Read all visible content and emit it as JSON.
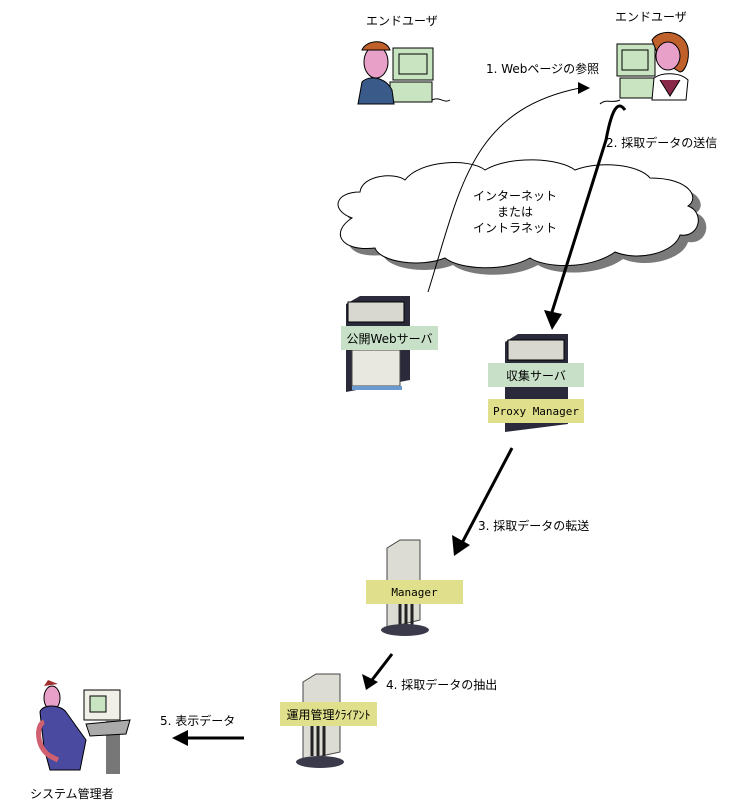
{
  "nodes": {
    "end_user_1": {
      "label": "エンドユーザ",
      "icon": "end-user-male-pc-icon"
    },
    "end_user_2": {
      "label": "エンドユーザ",
      "icon": "end-user-female-pc-icon"
    },
    "network": {
      "line1": "インターネット",
      "line2": "または",
      "line3": "イントラネット",
      "icon": "cloud-icon"
    },
    "public_web_server": {
      "label": "公開Webサーバ",
      "icon": "server-tower-icon"
    },
    "collection_server": {
      "label": "収集サーバ",
      "sublabel": "Proxy Manager",
      "icon": "server-tower-icon"
    },
    "manager": {
      "label": "Manager",
      "icon": "server-tower-icon"
    },
    "ops_client": {
      "label": "運用管理ｸﾗｲｱﾝﾄ",
      "icon": "server-tower-icon"
    },
    "sysadmin": {
      "label": "システム管理者",
      "icon": "admin-workstation-icon"
    }
  },
  "steps": [
    {
      "label": "1. Webページの参照"
    },
    {
      "label": "2. 採取データの送信"
    },
    {
      "label": "3. 採取データの転送"
    },
    {
      "label": "4. 採取データの抽出"
    },
    {
      "label": "5. 表示データ"
    }
  ],
  "colors": {
    "label_green": "#c8e0c8",
    "label_yellow": "#e0e08c",
    "monitor_green": "#c8e4c0",
    "skin_pink": "#e8a0c8"
  }
}
